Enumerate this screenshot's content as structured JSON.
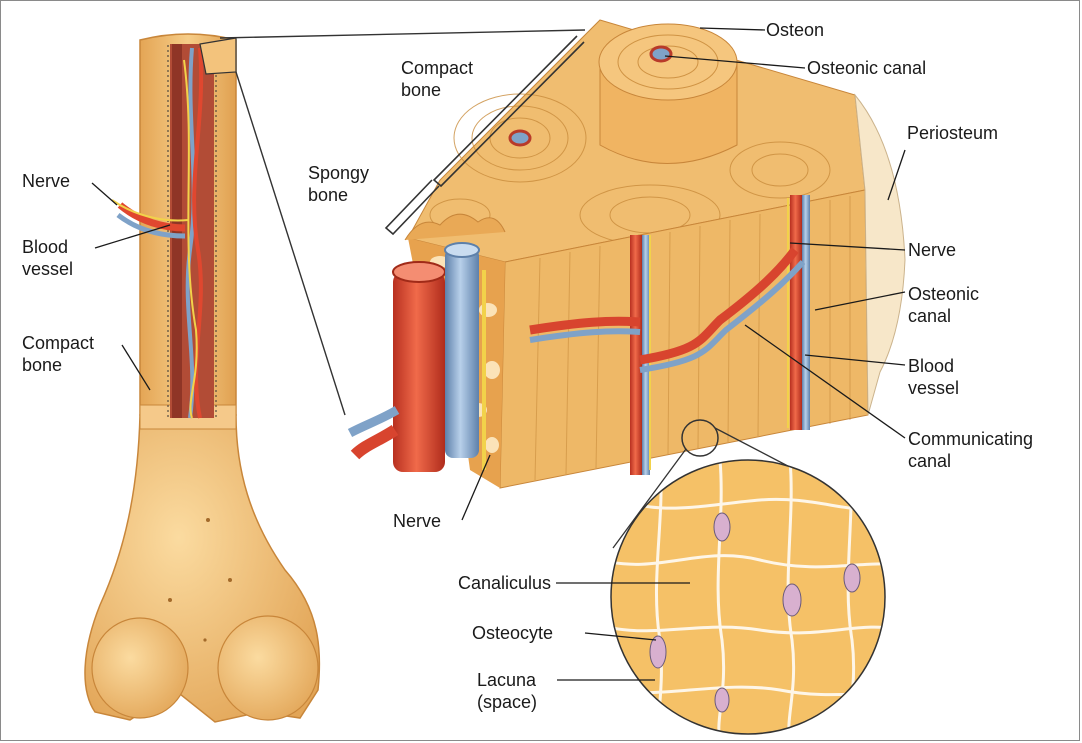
{
  "labels": {
    "osteon": "Osteon",
    "osteonic_canal_top": "Osteonic canal",
    "compact_bone_top": [
      "Compact",
      "bone"
    ],
    "periosteum": "Periosteum",
    "spongy_bone": [
      "Spongy",
      "bone"
    ],
    "nerve_left": "Nerve",
    "blood_vessel_left": [
      "Blood",
      "vessel"
    ],
    "compact_bone_left": [
      "Compact",
      "bone"
    ],
    "nerve_right": "Nerve",
    "osteonic_canal_right": [
      "Osteonic",
      "canal"
    ],
    "blood_vessel_right": [
      "Blood",
      "vessel"
    ],
    "communicating_canal": [
      "Communicating",
      "canal"
    ],
    "nerve_bottom": "Nerve",
    "canaliculus": "Canaliculus",
    "osteocyte": "Osteocyte",
    "lacuna": [
      "Lacuna",
      "(space)"
    ]
  },
  "colors": {
    "bone": "#f0b865",
    "bone_light": "#f7cf8c",
    "bone_dark": "#d9953d",
    "marrow": "#b8503a",
    "artery": "#d8442e",
    "vein": "#7fa2c8",
    "nerve": "#f2d24a",
    "line": "#333333"
  }
}
